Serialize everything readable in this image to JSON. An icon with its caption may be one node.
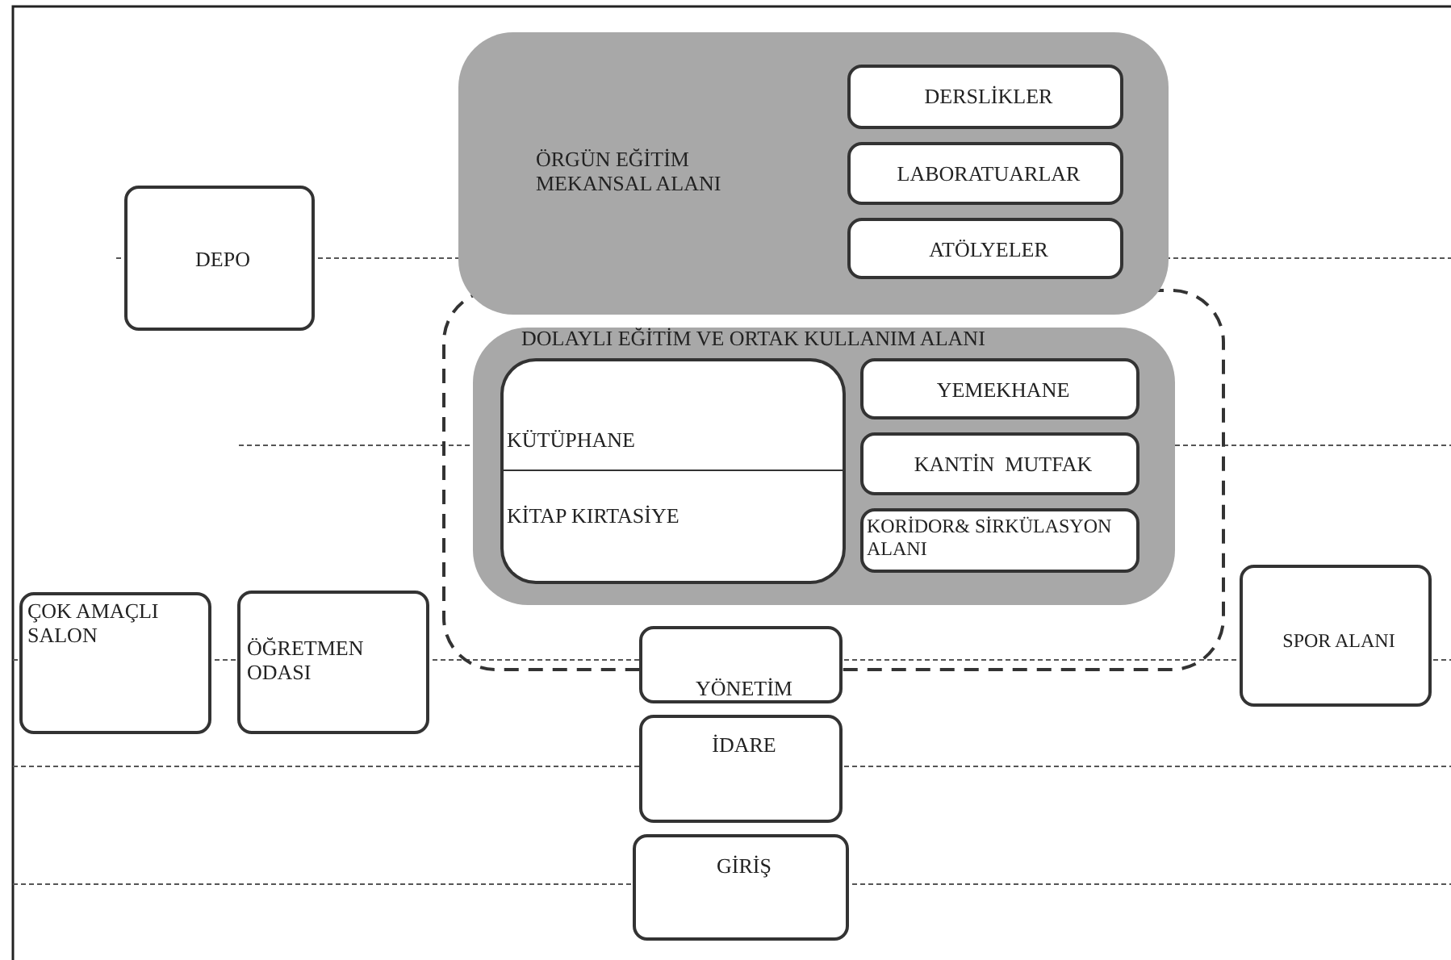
{
  "diagram": {
    "nodes": [
      {
        "text": [
          "DEPO"
        ]
      },
      {
        "text": [
          "ÖRGÜN EĞİTİM MEKANSAL ALANI"
        ]
      },
      {
        "text": [
          "DERSLİKLER"
        ],
        "in": 1
      },
      {
        "text": [
          "LABORATUARLAR"
        ],
        "in": 1
      },
      {
        "text": [
          "ATÖLYELER"
        ],
        "in": 1
      },
      {
        "text": [
          "DOLAYLI EĞİTİM VE ORTAK KULLANIM ALANI"
        ]
      },
      {
        "text": [
          "KÜTÜPHANE"
        ],
        "in": 5
      },
      {
        "text": [
          "KİTAP KIRTASİYE"
        ],
        "in": 5
      },
      {
        "text": [
          "YEMEKHANE"
        ],
        "in": 5
      },
      {
        "text": [
          "KANTİN  MUTFAK"
        ],
        "in": 5
      },
      {
        "text": [
          "KORİDOR& SİRKÜLASYON ALANI"
        ],
        "in": 5
      },
      {
        "text": [
          "ÇOK AMAÇLI SALON"
        ]
      },
      {
        "text": [
          "ÖĞRETMEN ODASI"
        ]
      },
      {
        "text": [
          "YÖNETİM"
        ]
      },
      {
        "text": [
          "SPOR ALANI"
        ]
      },
      {
        "text": [
          "İDARE"
        ]
      },
      {
        "text": [
          "GİRİŞ"
        ]
      }
    ]
  }
}
